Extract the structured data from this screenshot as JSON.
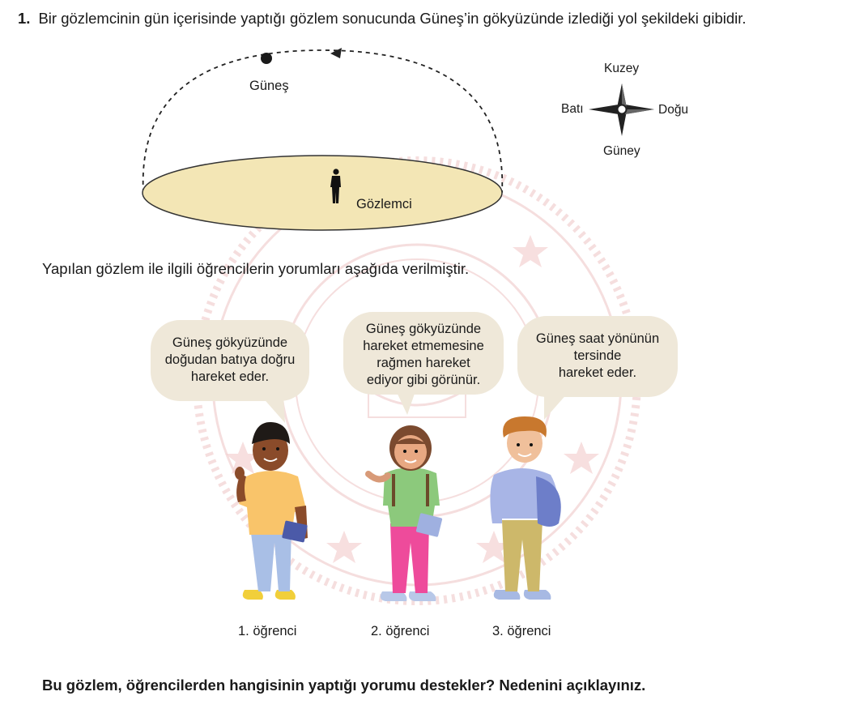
{
  "question": {
    "number": "1.",
    "text": "Bir gözlemcinin gün içerisinde yaptığı gözlem sonucunda Güneş’in gökyüzünde izlediği yol şekildeki gibidir."
  },
  "diagram": {
    "sun_label": "Güneş",
    "observer_label": "Gözlemci"
  },
  "compass": {
    "north": "Kuzey",
    "south": "Güney",
    "west": "Batı",
    "east": "Doğu"
  },
  "intro_text": "Yapılan gözlem ile ilgili öğrencilerin yorumları aşağıda verilmiştir.",
  "students": [
    {
      "label": "1. öğrenci",
      "comment": "Güneş gökyüzünde\ndoğudan batıya doğru\nhareket eder."
    },
    {
      "label": "2. öğrenci",
      "comment": "Güneş gökyüzünde\nhareket etmemesine\nrağmen hareket\nediyor gibi görünür."
    },
    {
      "label": "3. öğrenci",
      "comment": "Güneş saat yönünün\ntersinde\nhareket eder."
    }
  ],
  "final_question": "Bu gözlem, öğrencilerden hangisinin yaptığı yorumu destekler? Nedenini açıklayınız.",
  "colors": {
    "ground": "#f3e6b5",
    "bubble": "#efe8d9",
    "watermark": "#e9b8b8"
  }
}
